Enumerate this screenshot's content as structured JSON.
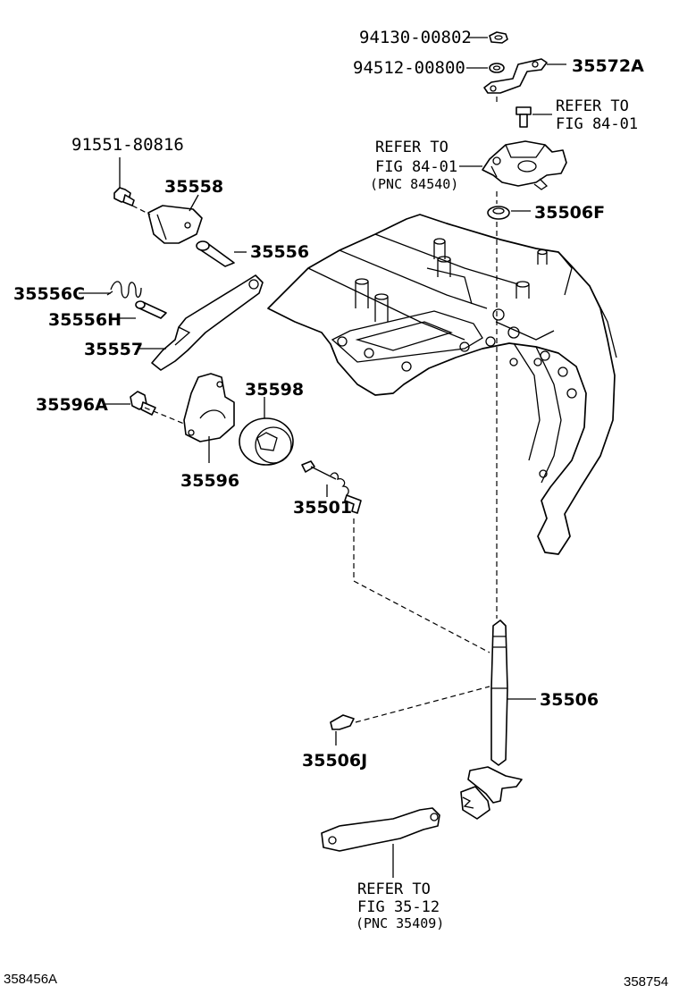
{
  "labels": {
    "p94130_00802": "94130-00802",
    "p94512_00800": "94512-00800",
    "p35572a": "35572A",
    "p91551_80816": "91551-80816",
    "p35558": "35558",
    "p35556": "35556",
    "p35556c": "35556C",
    "p35556h": "35556H",
    "p35557": "35557",
    "p35596a": "35596A",
    "p35598": "35598",
    "p35596": "35596",
    "p35501": "35501",
    "p35506f": "35506F",
    "p35506": "35506",
    "p35506j": "35506J"
  },
  "references": {
    "top_right": {
      "line1": "REFER TO",
      "line2": "FIG 84-01"
    },
    "top_mid": {
      "line1": "REFER TO",
      "line2": "FIG 84-01",
      "pnc": "(PNC 84540)"
    },
    "bottom": {
      "line1": "REFER TO",
      "line2": "FIG 35-12",
      "pnc": "(PNC 35409)"
    }
  },
  "footer": {
    "left_code": "358456A",
    "right_code": "358754"
  }
}
